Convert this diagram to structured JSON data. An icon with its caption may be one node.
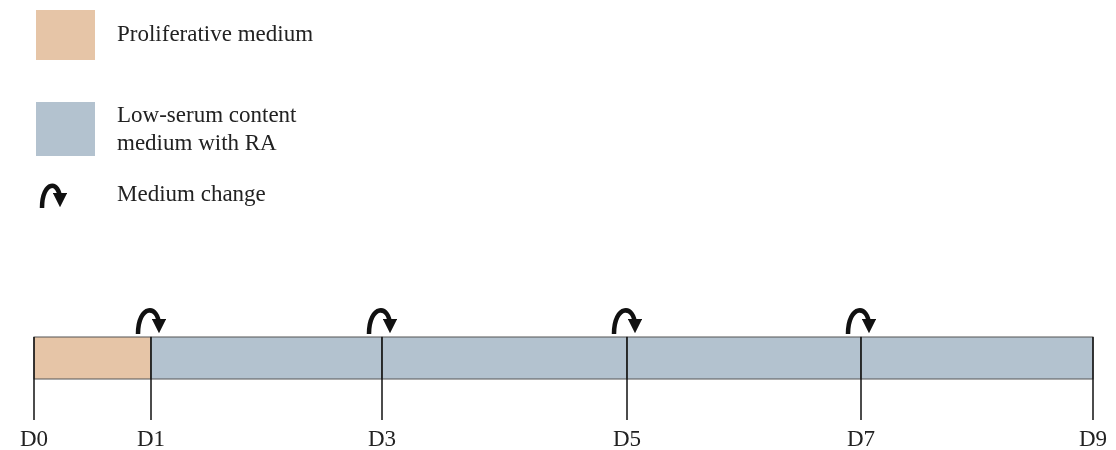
{
  "diagram": {
    "labels": [
      "D0",
      "D1",
      "D3",
      "D5",
      "D7",
      "D9"
    ],
    "legend": [
      {
        "text": "Proliferative medium",
        "color": "#e6c5a7"
      },
      {
        "text": "Low-serum content medium with RA",
        "color": "#b3c2cf"
      },
      {
        "text": "Medium change"
      }
    ]
  }
}
